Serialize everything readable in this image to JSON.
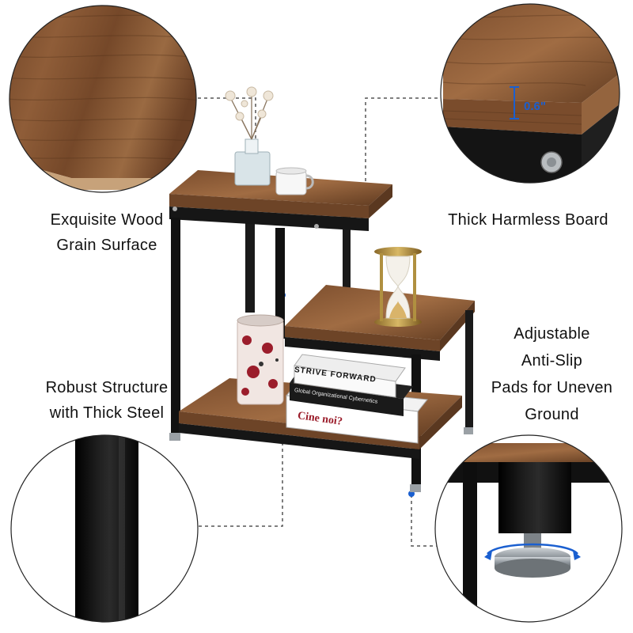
{
  "features": {
    "wood_grain": {
      "line1": "Exquisite Wood",
      "line2": "Grain Surface"
    },
    "thick_board": {
      "line1": "Thick Harmless Board",
      "measure": "0.6\""
    },
    "robust": {
      "line1": "Robust Structure",
      "line2": "with Thick Steel"
    },
    "pads": {
      "line1": "Adjustable",
      "line2": "Anti-Slip",
      "line3": "Pads for Uneven",
      "line4": "Ground"
    }
  },
  "books": {
    "book1": "STRIVE FORWARD",
    "book2": "Global Organizational Cybernetics",
    "book3": "Cine noi?"
  },
  "colors": {
    "wood": "#8a5a36",
    "wood_dark": "#5a3a22",
    "steel": "#151515",
    "dash": "#555555",
    "accent": "#1a5fd0"
  }
}
